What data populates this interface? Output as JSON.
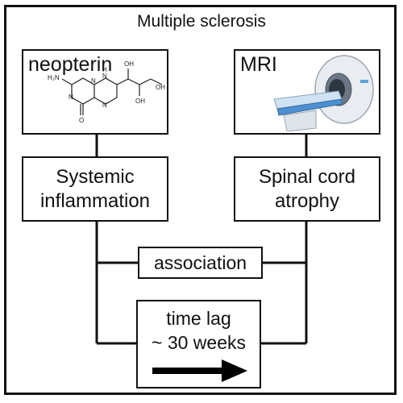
{
  "title": "Multiple sclerosis",
  "left_top": {
    "label": "neopterin",
    "structure_labels": [
      "H₂N",
      "N",
      "N",
      "H",
      "N",
      "N",
      "O",
      "OH",
      "OH",
      "OH"
    ]
  },
  "right_top": {
    "label": "MRI"
  },
  "left_mid": {
    "line1": "Systemic",
    "line2": "inflammation"
  },
  "right_mid": {
    "line1": "Spinal cord",
    "line2": "atrophy"
  },
  "association": "association",
  "time_lag": {
    "line1": "time lag",
    "line2": "~ 30 weeks"
  }
}
